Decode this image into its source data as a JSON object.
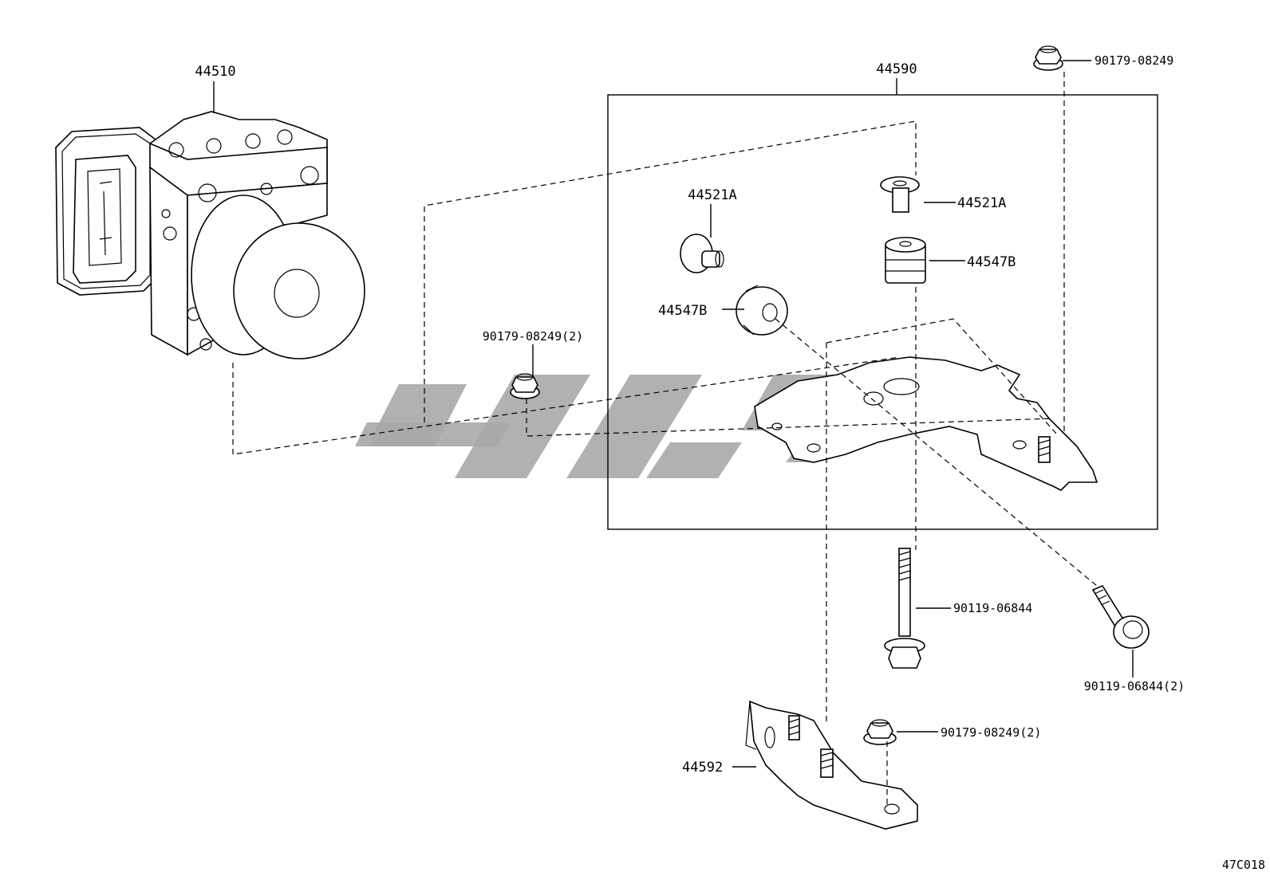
{
  "diagram": {
    "labels": {
      "abs_actuator": "44510",
      "bracket_assembly": "44590",
      "cushion_a_left": "44521A",
      "cushion_a_right": "44521A",
      "cushion_b_right": "44547B",
      "cushion_b_left": "44547B",
      "nut_top_right": "90179-08249",
      "nut_left": "90179-08249(2)",
      "bolt_center": "90119-06844",
      "bolt_right": "90119-06844(2)",
      "nut_bottom": "90179-08249(2)",
      "lower_bracket": "44592"
    },
    "illustration_code": "47C018"
  }
}
